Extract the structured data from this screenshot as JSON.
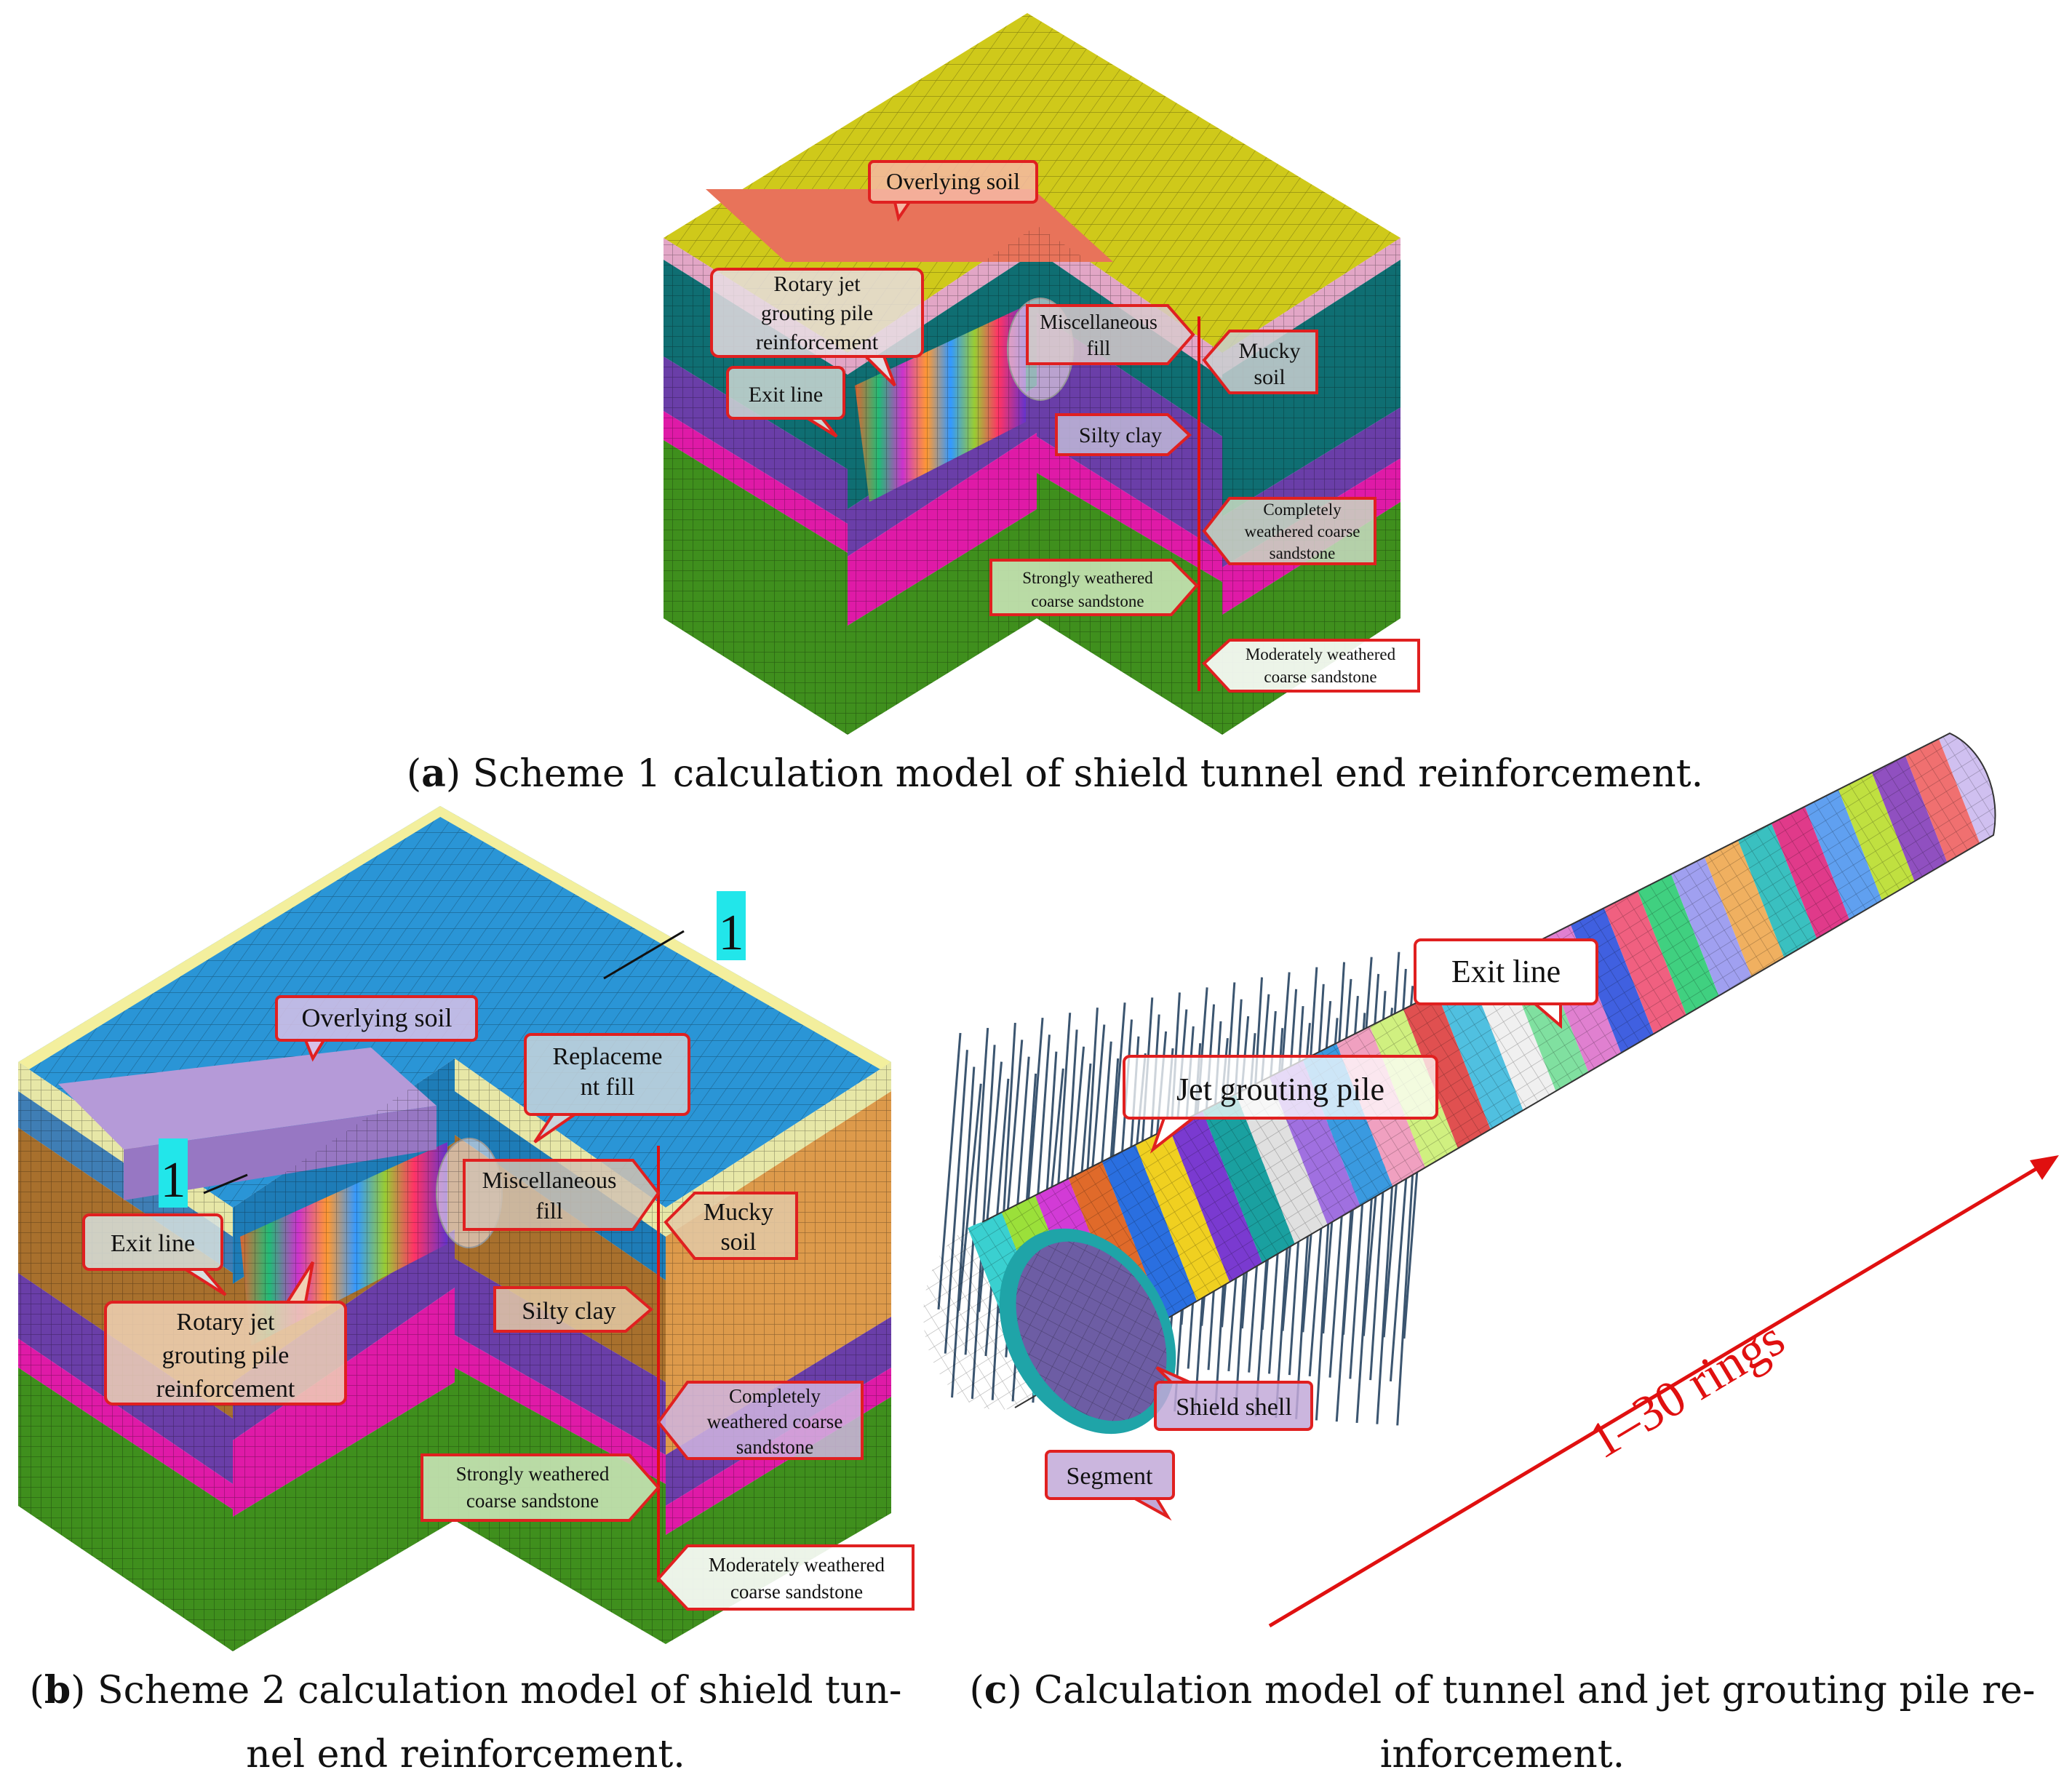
{
  "panel_a": {
    "labels": {
      "overlying_soil": "Overlying soil",
      "rotary_1": "Rotary jet",
      "rotary_2": "grouting pile",
      "rotary_3": "reinforcement",
      "exit_line": "Exit line",
      "misc_1": "Miscellaneous",
      "misc_2": "fill",
      "mucky_1": "Mucky",
      "mucky_2": "soil",
      "silty_clay": "Silty clay",
      "cw_1": "Completely",
      "cw_2": "weathered coarse",
      "cw_3": "sandstone",
      "sw_1": "Strongly weathered",
      "sw_2": "coarse sandstone",
      "mw_1": "Moderately weathered",
      "mw_2": "coarse sandstone"
    },
    "caption_letter": "a",
    "caption_text": "Scheme 1 calculation model of shield tunnel end reinforcement."
  },
  "panel_b": {
    "section_mark": "1",
    "labels": {
      "overlying_soil": "Overlying soil",
      "replace_1": "Replaceme",
      "replace_2": "nt fill",
      "misc_1": "Miscellaneous",
      "misc_2": "fill",
      "mucky_1": "Mucky",
      "mucky_2": "soil",
      "exit_line": "Exit line",
      "rotary_1": "Rotary jet",
      "rotary_2": "grouting pile",
      "rotary_3": "reinforcement",
      "silty_clay": "Silty clay",
      "cw_1": "Completely",
      "cw_2": "weathered coarse",
      "cw_3": "sandstone",
      "sw_1": "Strongly weathered",
      "sw_2": "coarse sandstone",
      "mw_1": "Moderately weathered",
      "mw_2": "coarse sandstone"
    },
    "caption_letter": "b",
    "caption_line1": "Scheme 2 calculation model of shield tun-",
    "caption_line2": "nel end reinforcement."
  },
  "panel_c": {
    "labels": {
      "exit_line": "Exit line",
      "jet_pile": "Jet grouting pile",
      "rings": "1–30 rings",
      "shield_shell": "Shield shell",
      "segment": "Segment"
    },
    "caption_letter": "c",
    "caption_line1": "Calculation model of tunnel and jet grouting pile re-",
    "caption_line2": "inforcement."
  },
  "colors": {
    "top_a": "#cfc91a",
    "top_b": "#2a95d6",
    "pink": "#e2a6c6",
    "teal": "#0f6e72",
    "purple": "#6a3ea8",
    "magenta": "#df1aa7",
    "green": "#3f8f1d",
    "brown": "#a8702d",
    "callout_border": "#e02020",
    "arrow": "#e01010",
    "mark_bg": "#22e6ea"
  }
}
